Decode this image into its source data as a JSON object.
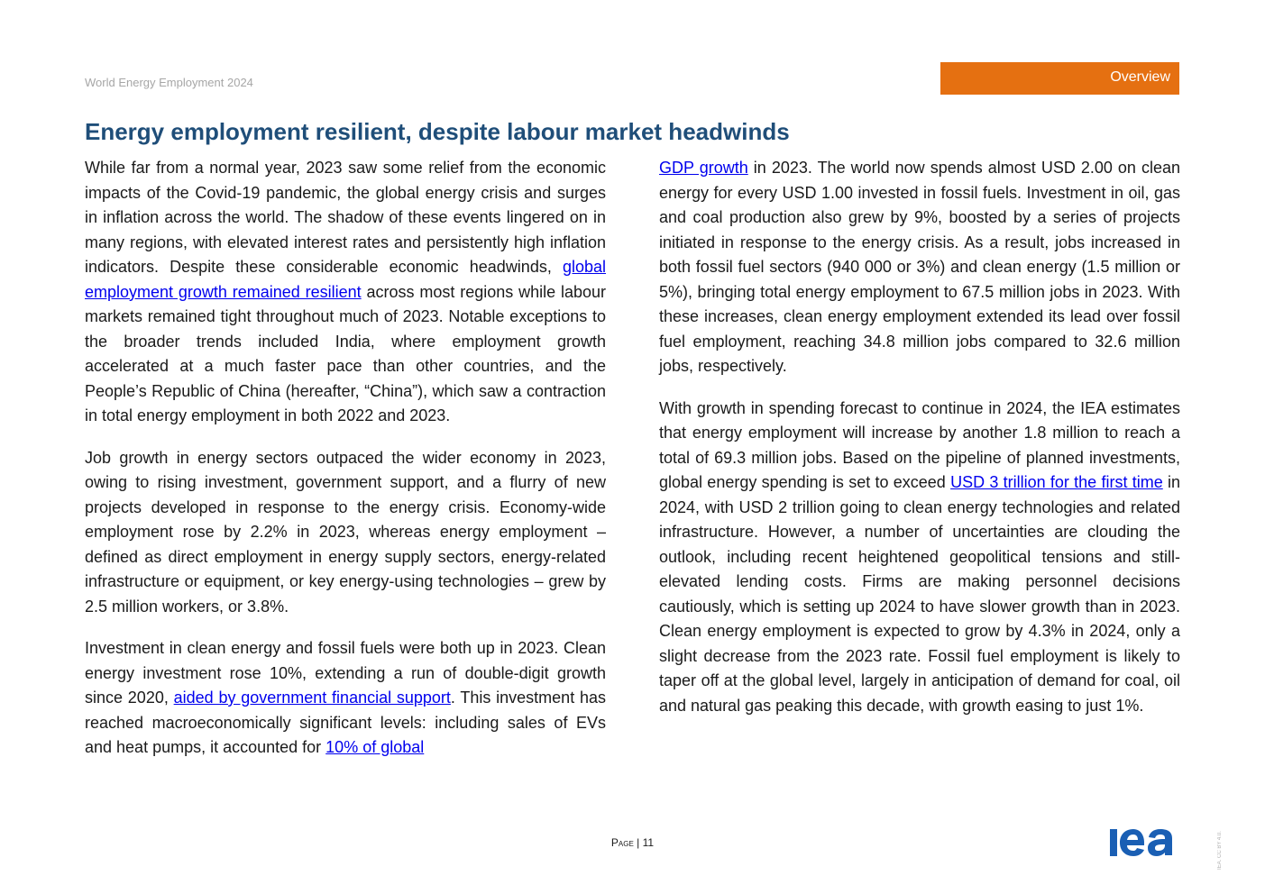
{
  "header": {
    "report_title": "World Energy Employment 2024",
    "section_tab": "Overview",
    "accent_color": "#e57011",
    "title_color": "#1f4e79"
  },
  "title": "Energy employment resilient, despite labour market headwinds",
  "left_column": {
    "p1_a": "While far from a normal year, 2023 saw some relief from the economic impacts of the Covid-19 pandemic, the global energy crisis and surges in inflation across the world. The shadow of these events lingered on in many regions, with elevated interest rates and persistently high inflation indicators. Despite these considerable economic headwinds, ",
    "p1_link": "global employment growth remained resilient",
    "p1_b": " across most regions while labour markets remained tight throughout much of 2023. Notable exceptions to the broader trends included India, where employment growth accelerated at a much faster pace than other countries, and the People’s Republic of China (hereafter, “China”), which saw a contraction in total energy employment in both 2022 and 2023.",
    "p2": "Job growth in energy sectors outpaced the wider economy in 2023, owing to rising investment, government support, and a flurry of new projects developed in response to the energy crisis. Economy-wide employment rose by 2.2% in 2023, whereas energy employment – defined as direct employment in energy supply sectors, energy-related infrastructure or equipment, or key energy-using technologies – grew by 2.5 million workers, or 3.8%.",
    "p3_a": "Investment in clean energy and fossil fuels were both up in 2023. Clean energy investment rose 10%, extending a run of double-digit growth since 2020, ",
    "p3_link": "aided by government financial support",
    "p3_b": ". This investment has reached macroeconomically significant levels: including sales of EVs and heat pumps, it accounted for ",
    "p3_link2": "10% of global"
  },
  "right_column": {
    "p1_link": "GDP growth",
    "p1_a": " in 2023. The world now spends almost USD 2.00 on clean energy for every USD 1.00 invested in fossil fuels. Investment in oil, gas and coal production also grew by 9%, boosted by a series of projects initiated in response to the energy crisis. As a result, jobs increased in both fossil fuel sectors (940 000 or 3%) and clean energy (1.5 million or 5%), bringing total energy employment to 67.5 million jobs in 2023. With these increases, clean energy employment extended its lead over fossil fuel employment, reaching 34.8 million jobs compared to 32.6 million jobs, respectively.",
    "p2_a": "With growth in spending forecast to continue in 2024, the IEA estimates that energy employment will increase by another 1.8 million to reach a total of 69.3 million jobs. Based on the pipeline of planned investments, global energy spending is set to exceed ",
    "p2_link": "USD 3 trillion for the first time",
    "p2_b": " in 2024, with USD 2 trillion going to clean energy technologies and related infrastructure. However, a number of uncertainties are clouding the outlook, including recent heightened geopolitical tensions and still-elevated lending costs. Firms are making personnel decisions cautiously, which is setting up 2024 to have slower growth than in 2023. Clean energy employment is expected to grow by 4.3% in 2024, only a slight decrease from the 2023 rate. Fossil fuel employment is likely to taper off at the global level, largely in anticipation of demand for coal, oil and natural gas peaking this decade, with growth easing to just 1%."
  },
  "footer": {
    "page_label": "Page",
    "separator": "|",
    "page_number": "11",
    "logo_text": "iea",
    "logo_color": "#1a5fb4",
    "license": "IEA. CC BY 4.0."
  }
}
